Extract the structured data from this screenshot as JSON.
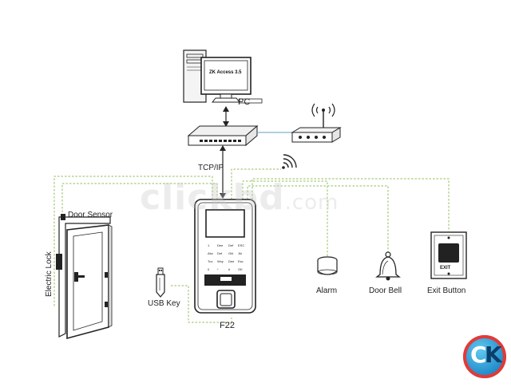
{
  "labels": {
    "pc": "PC",
    "software": "ZK Access 3.5",
    "tcpip": "TCP/IP",
    "door_sensor": "Door Sensor",
    "electric_lock": "Electric Lock",
    "usb_key": "USB Key",
    "device": "F22",
    "alarm": "Alarm",
    "door_bell": "Door Bell",
    "exit_button": "Exit Button",
    "exit_text": "EXIT"
  },
  "watermark": {
    "main": "clickbd",
    "suffix": ".com"
  },
  "logo": {
    "c": "C",
    "k": "K"
  },
  "colors": {
    "wire_green": "#8fbf5a",
    "wire_blue": "#7fb4cf",
    "line_dark": "#222222"
  },
  "icons": [
    "pc-icon",
    "switch-icon",
    "router-icon",
    "wifi-icon",
    "door-icon",
    "usb-icon",
    "terminal-icon",
    "alarm-icon",
    "bell-icon",
    "exit-button-icon"
  ]
}
